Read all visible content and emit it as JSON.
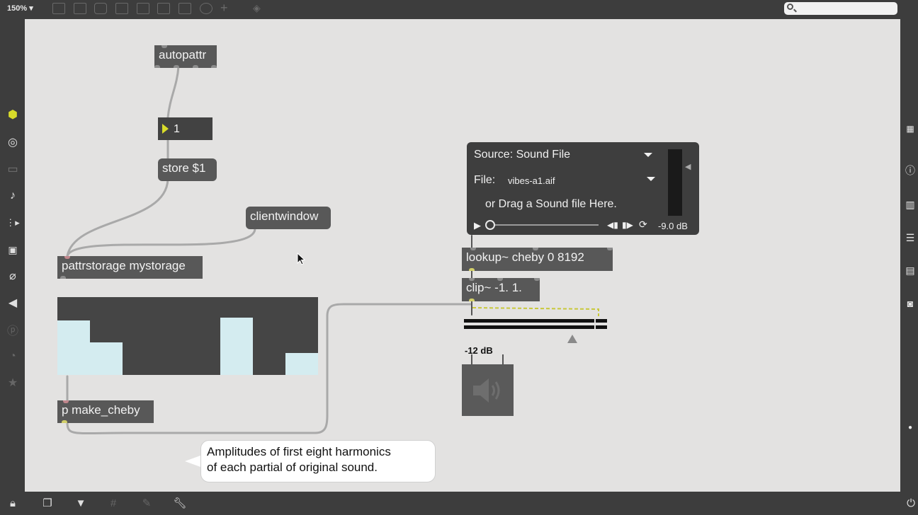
{
  "toolbar": {
    "zoom": "150% ▾",
    "search_value": "",
    "search_placeholder": ""
  },
  "objects": {
    "autopattr": "autopattr",
    "numbox": "1",
    "store": "store $1",
    "clientwindow": "clientwindow",
    "pattrstorage": "pattrstorage mystorage",
    "make_cheby": "p make_cheby",
    "lookup": "lookup~ cheby 0 8192",
    "clip": "clip~ -1. 1."
  },
  "multislider": {
    "values": [
      0.7,
      0.42,
      0,
      0,
      0,
      0.74,
      0,
      0.28
    ]
  },
  "playlist": {
    "source": "Source: Sound File",
    "file_label": "File:",
    "file_name": "vibes-a1.aif",
    "drag_hint": "or Drag a Sound file Here.",
    "level": "-9.0 dB"
  },
  "gain": {
    "label": "-12 dB"
  },
  "comment": {
    "line1": "Amplitudes of first eight harmonics",
    "line2": "of each partial of original sound."
  },
  "colors": {
    "canvas": "#e3e2e1",
    "object": "#585858",
    "chrome": "#3d3d3d",
    "accent": "#d9dc2a"
  }
}
